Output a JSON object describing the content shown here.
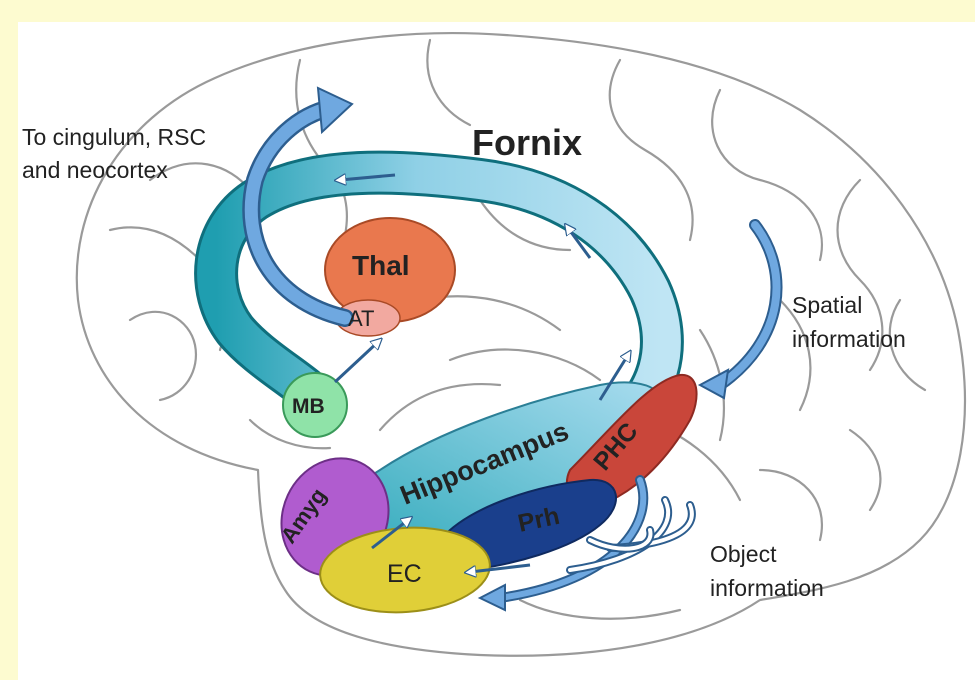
{
  "labels": {
    "cingulum_line1": "To cingulum, RSC",
    "cingulum_line2": "and neocortex",
    "fornix": "Fornix",
    "thal": "Thal",
    "at": "AT",
    "mb": "MB",
    "spatial_line1": "Spatial",
    "spatial_line2": "information",
    "hippocampus": "Hippocampus",
    "phc": "PHC",
    "prh": "Prh",
    "amyg": "Amyg",
    "ec": "EC",
    "object_line1": "Object",
    "object_line2": "information"
  },
  "colors": {
    "background": "#fdfbd0",
    "fornix_light": "#a9d9ef",
    "fornix_dark": "#1f9eb0",
    "hippocampus": "#7fc8e4",
    "thal": "#e9784e",
    "at": "#f2a9a0",
    "mb": "#8fe3a8",
    "amyg": "#b05ccf",
    "ec": "#e0cf38",
    "prh": "#1a3f8c",
    "phc": "#c9463a",
    "arrow": "#5a96d6"
  }
}
